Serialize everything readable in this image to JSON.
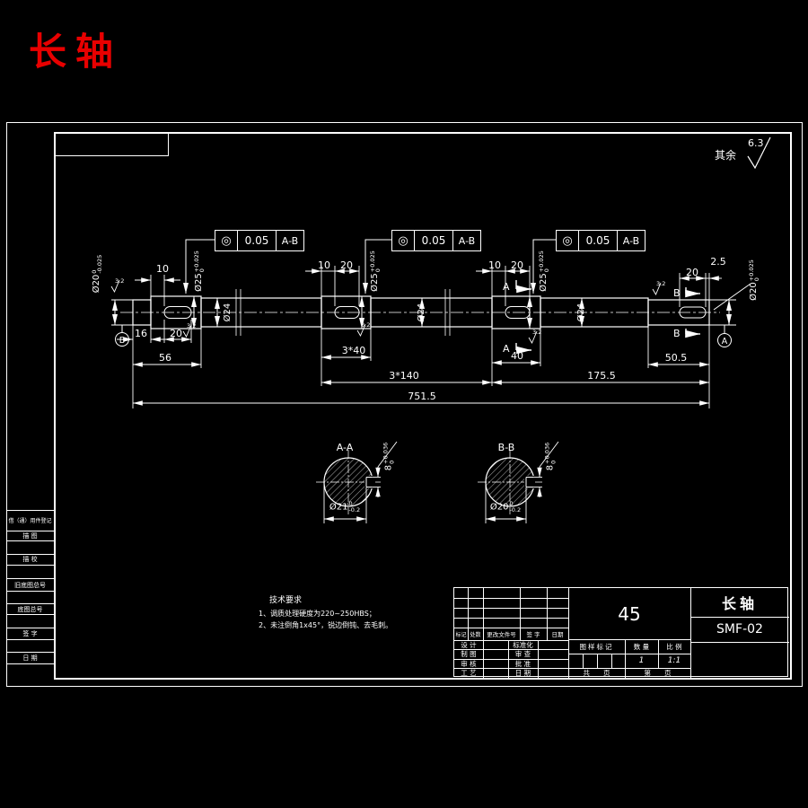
{
  "page": {
    "title": "长轴"
  },
  "surface": {
    "other_label": "其余",
    "other_value": "6.3",
    "rough_value": "3.2"
  },
  "frames": {
    "symbol": "◎",
    "value": "0.05",
    "datum": "A-B"
  },
  "dims": {
    "k10": "10",
    "k20": "20",
    "d16": "16",
    "d56": "56",
    "d3x40": "3*40",
    "d40": "40",
    "d3x140": "3*140",
    "d175_5": "175.5",
    "d50_5": "50.5",
    "d751_5": "751.5",
    "d2_5": "2.5",
    "dia24": "Ø24",
    "dia25_base": "Ø25",
    "dia25_up": "+0.025",
    "dia25_lo": "0",
    "dia20l_base": "Ø20",
    "dia20l_up": "0",
    "dia20l_lo": "-0.025",
    "dia20r_base": "Ø20",
    "dia20r_up": "+0.025",
    "dia20r_lo": "0"
  },
  "datums": {
    "a": "A",
    "b": "B"
  },
  "sections": {
    "aa_label": "A-A",
    "bb_label": "B-B",
    "cut_a": "A",
    "cut_b": "B",
    "key_base": "8",
    "key_up": "+0.036",
    "key_lo": "0",
    "aa_dia_base": "Ø21",
    "aa_dia_up": "0",
    "aa_dia_lo": "-0.2",
    "bb_dia_base": "Ø20",
    "bb_dia_up": "0",
    "bb_dia_lo": "-0.2"
  },
  "notes": {
    "title": "技术要求",
    "line1": "1、调质处理硬度为220~250HBS；",
    "line2": "2、未注倒角1x45°，锐边倒钝、去毛刺。"
  },
  "left_strip": {
    "r1": "借（通）用件登记",
    "r2": "描  图",
    "r3": "描  校",
    "r4": "旧底图总号",
    "r5": "底图总号",
    "r6": "签  字",
    "r7": "日  期"
  },
  "title_block": {
    "material": "45",
    "part_name": "长轴",
    "drawing_no": "SMF-02",
    "rev_cols": {
      "c1": "标记",
      "c2": "处数",
      "c3": "更改文件号",
      "c4": "签 字",
      "c5": "日期"
    },
    "rows": {
      "r1l": "设 计",
      "r1r": "标准化",
      "r2l": "制 图",
      "r2r": "审 查",
      "r3l": "审 核",
      "r3r": "批 准",
      "r4l": "工 艺",
      "r4r": "日 期"
    },
    "stamp": "图样标记",
    "qty_label": "数 量",
    "scale_label": "比 例",
    "qty": "1",
    "scale": "1:1",
    "sheet_l": "共　　页",
    "sheet_r": "第　　页"
  }
}
